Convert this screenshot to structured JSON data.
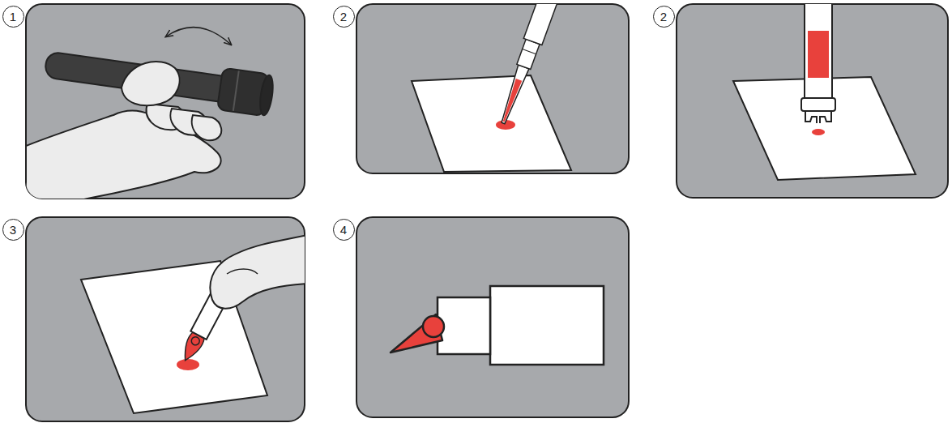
{
  "diagram": {
    "nodes": [
      {
        "text": [
          "1"
        ]
      },
      {
        "text": [
          "2"
        ]
      },
      {
        "text": [
          "2"
        ]
      },
      {
        "text": [
          "3"
        ]
      },
      {
        "text": [
          "4"
        ]
      }
    ]
  }
}
